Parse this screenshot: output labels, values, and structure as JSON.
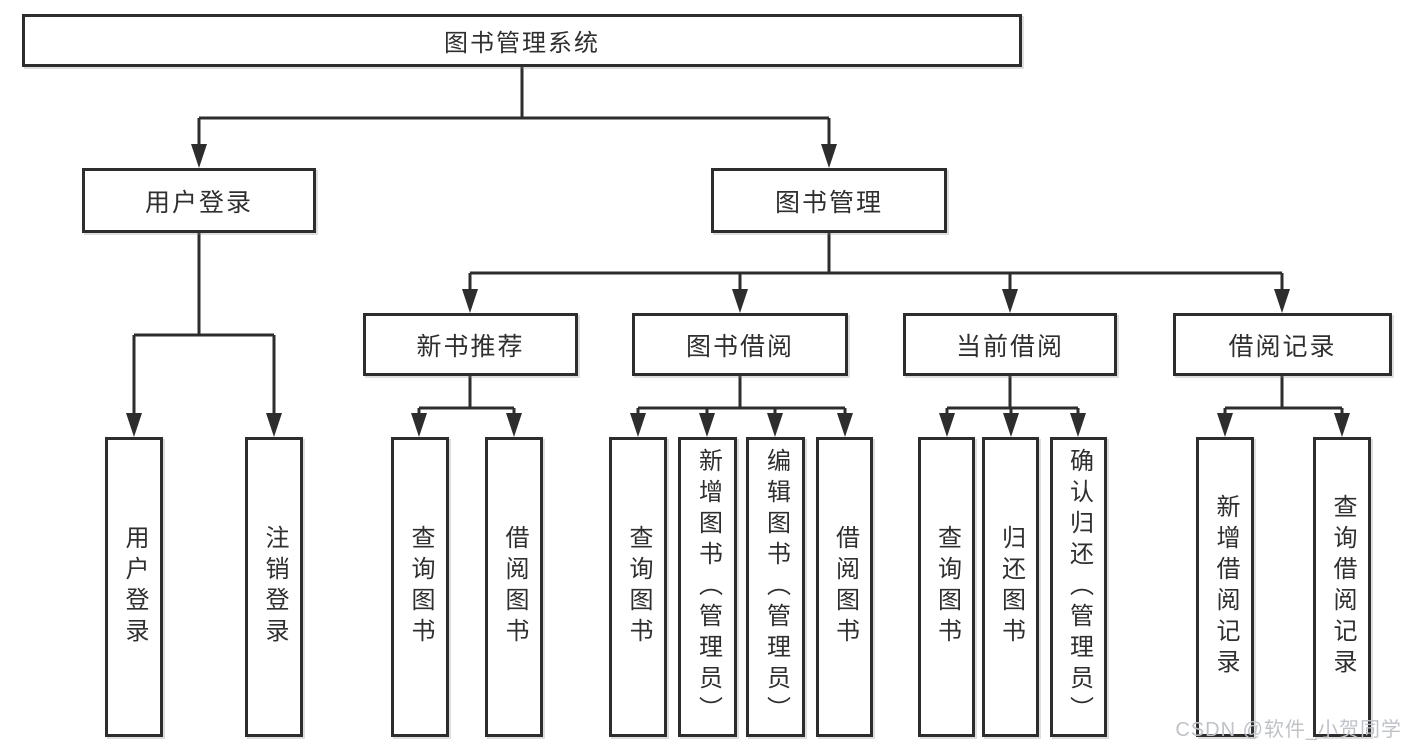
{
  "tree": {
    "root": {
      "label": "图书管理系统"
    },
    "branches": [
      {
        "label": "用户登录",
        "leaves": [
          {
            "label": "用户登录"
          },
          {
            "label": "注销登录"
          }
        ]
      },
      {
        "label": "图书管理",
        "categories": [
          {
            "label": "新书推荐",
            "leaves": [
              {
                "label": "查询图书"
              },
              {
                "label": "借阅图书"
              }
            ]
          },
          {
            "label": "图书借阅",
            "leaves": [
              {
                "label": "查询图书"
              },
              {
                "label": "新增图书（管理员）"
              },
              {
                "label": "编辑图书（管理员）"
              },
              {
                "label": "借阅图书"
              }
            ]
          },
          {
            "label": "当前借阅",
            "leaves": [
              {
                "label": "查询图书"
              },
              {
                "label": "归还图书"
              },
              {
                "label": "确认归还（管理员）"
              }
            ]
          },
          {
            "label": "借阅记录",
            "leaves": [
              {
                "label": "新增借阅记录"
              },
              {
                "label": "查询借阅记录"
              }
            ]
          }
        ]
      }
    ]
  },
  "watermark": {
    "text": "CSDN @软件_小贺同学"
  },
  "colors": {
    "line": "#2d2d2d",
    "text": "#2f2f2f",
    "background": "#ffffff",
    "watermark": "#bfc3c9"
  }
}
